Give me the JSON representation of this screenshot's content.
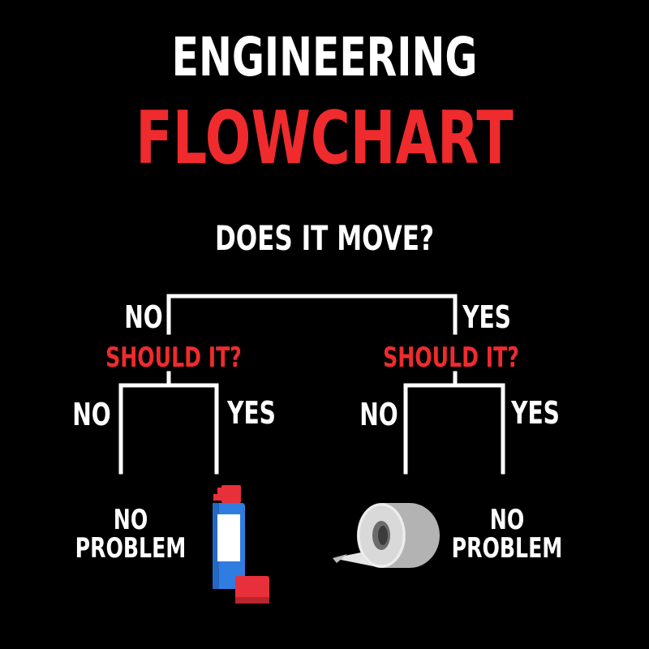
{
  "title": {
    "line1": "ENGINEERING",
    "line2": "FLOWCHART"
  },
  "question": "DOES IT MOVE?",
  "branches": {
    "left": "NO",
    "right": "YES"
  },
  "left_branch": {
    "question": "SHOULD IT?",
    "no": "NO",
    "yes": "YES",
    "outcome": {
      "line1": "NO",
      "line2": "PROBLEM"
    },
    "tool_icon": "spray-can-icon"
  },
  "right_branch": {
    "question": "SHOULD IT?",
    "no": "NO",
    "yes": "YES",
    "outcome": {
      "line1": "NO",
      "line2": "PROBLEM"
    },
    "tool_icon": "duct-tape-icon"
  },
  "colors": {
    "background": "#000000",
    "text": "#ffffff",
    "accent": "#ef2b2d",
    "can_body": "#2f7de0",
    "can_cap": "#e8303a",
    "tape": "#cfcfcf"
  }
}
